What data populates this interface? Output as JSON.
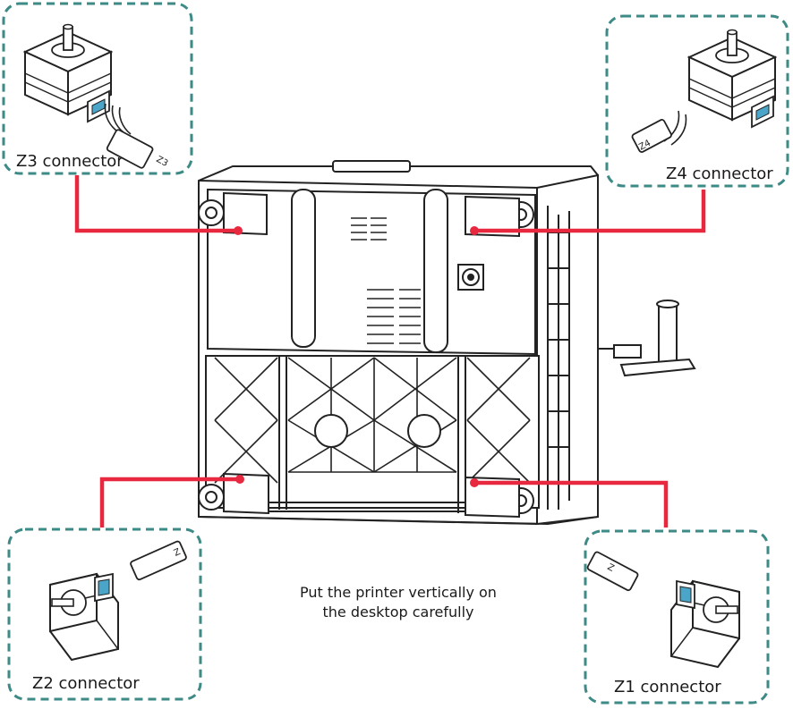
{
  "colors": {
    "callout_border": "#3d8a86",
    "wire": "#e8283f",
    "line": "#222222",
    "motor_accent": "#4aa5c8"
  },
  "connectors": {
    "z3": {
      "label": "Z3 connector",
      "plug_mark": "Z3",
      "icon": "stepper-motor-icon"
    },
    "z4": {
      "label": "Z4 connector",
      "plug_mark": "Z4",
      "icon": "stepper-motor-icon"
    },
    "z2": {
      "label": "Z2 connector",
      "plug_mark": "Z",
      "icon": "stepper-motor-icon"
    },
    "z1": {
      "label": "Z1 connector",
      "plug_mark": "Z",
      "icon": "stepper-motor-icon"
    }
  },
  "instruction": {
    "line1": "Put the printer vertically on",
    "line2": "the desktop carefully"
  }
}
